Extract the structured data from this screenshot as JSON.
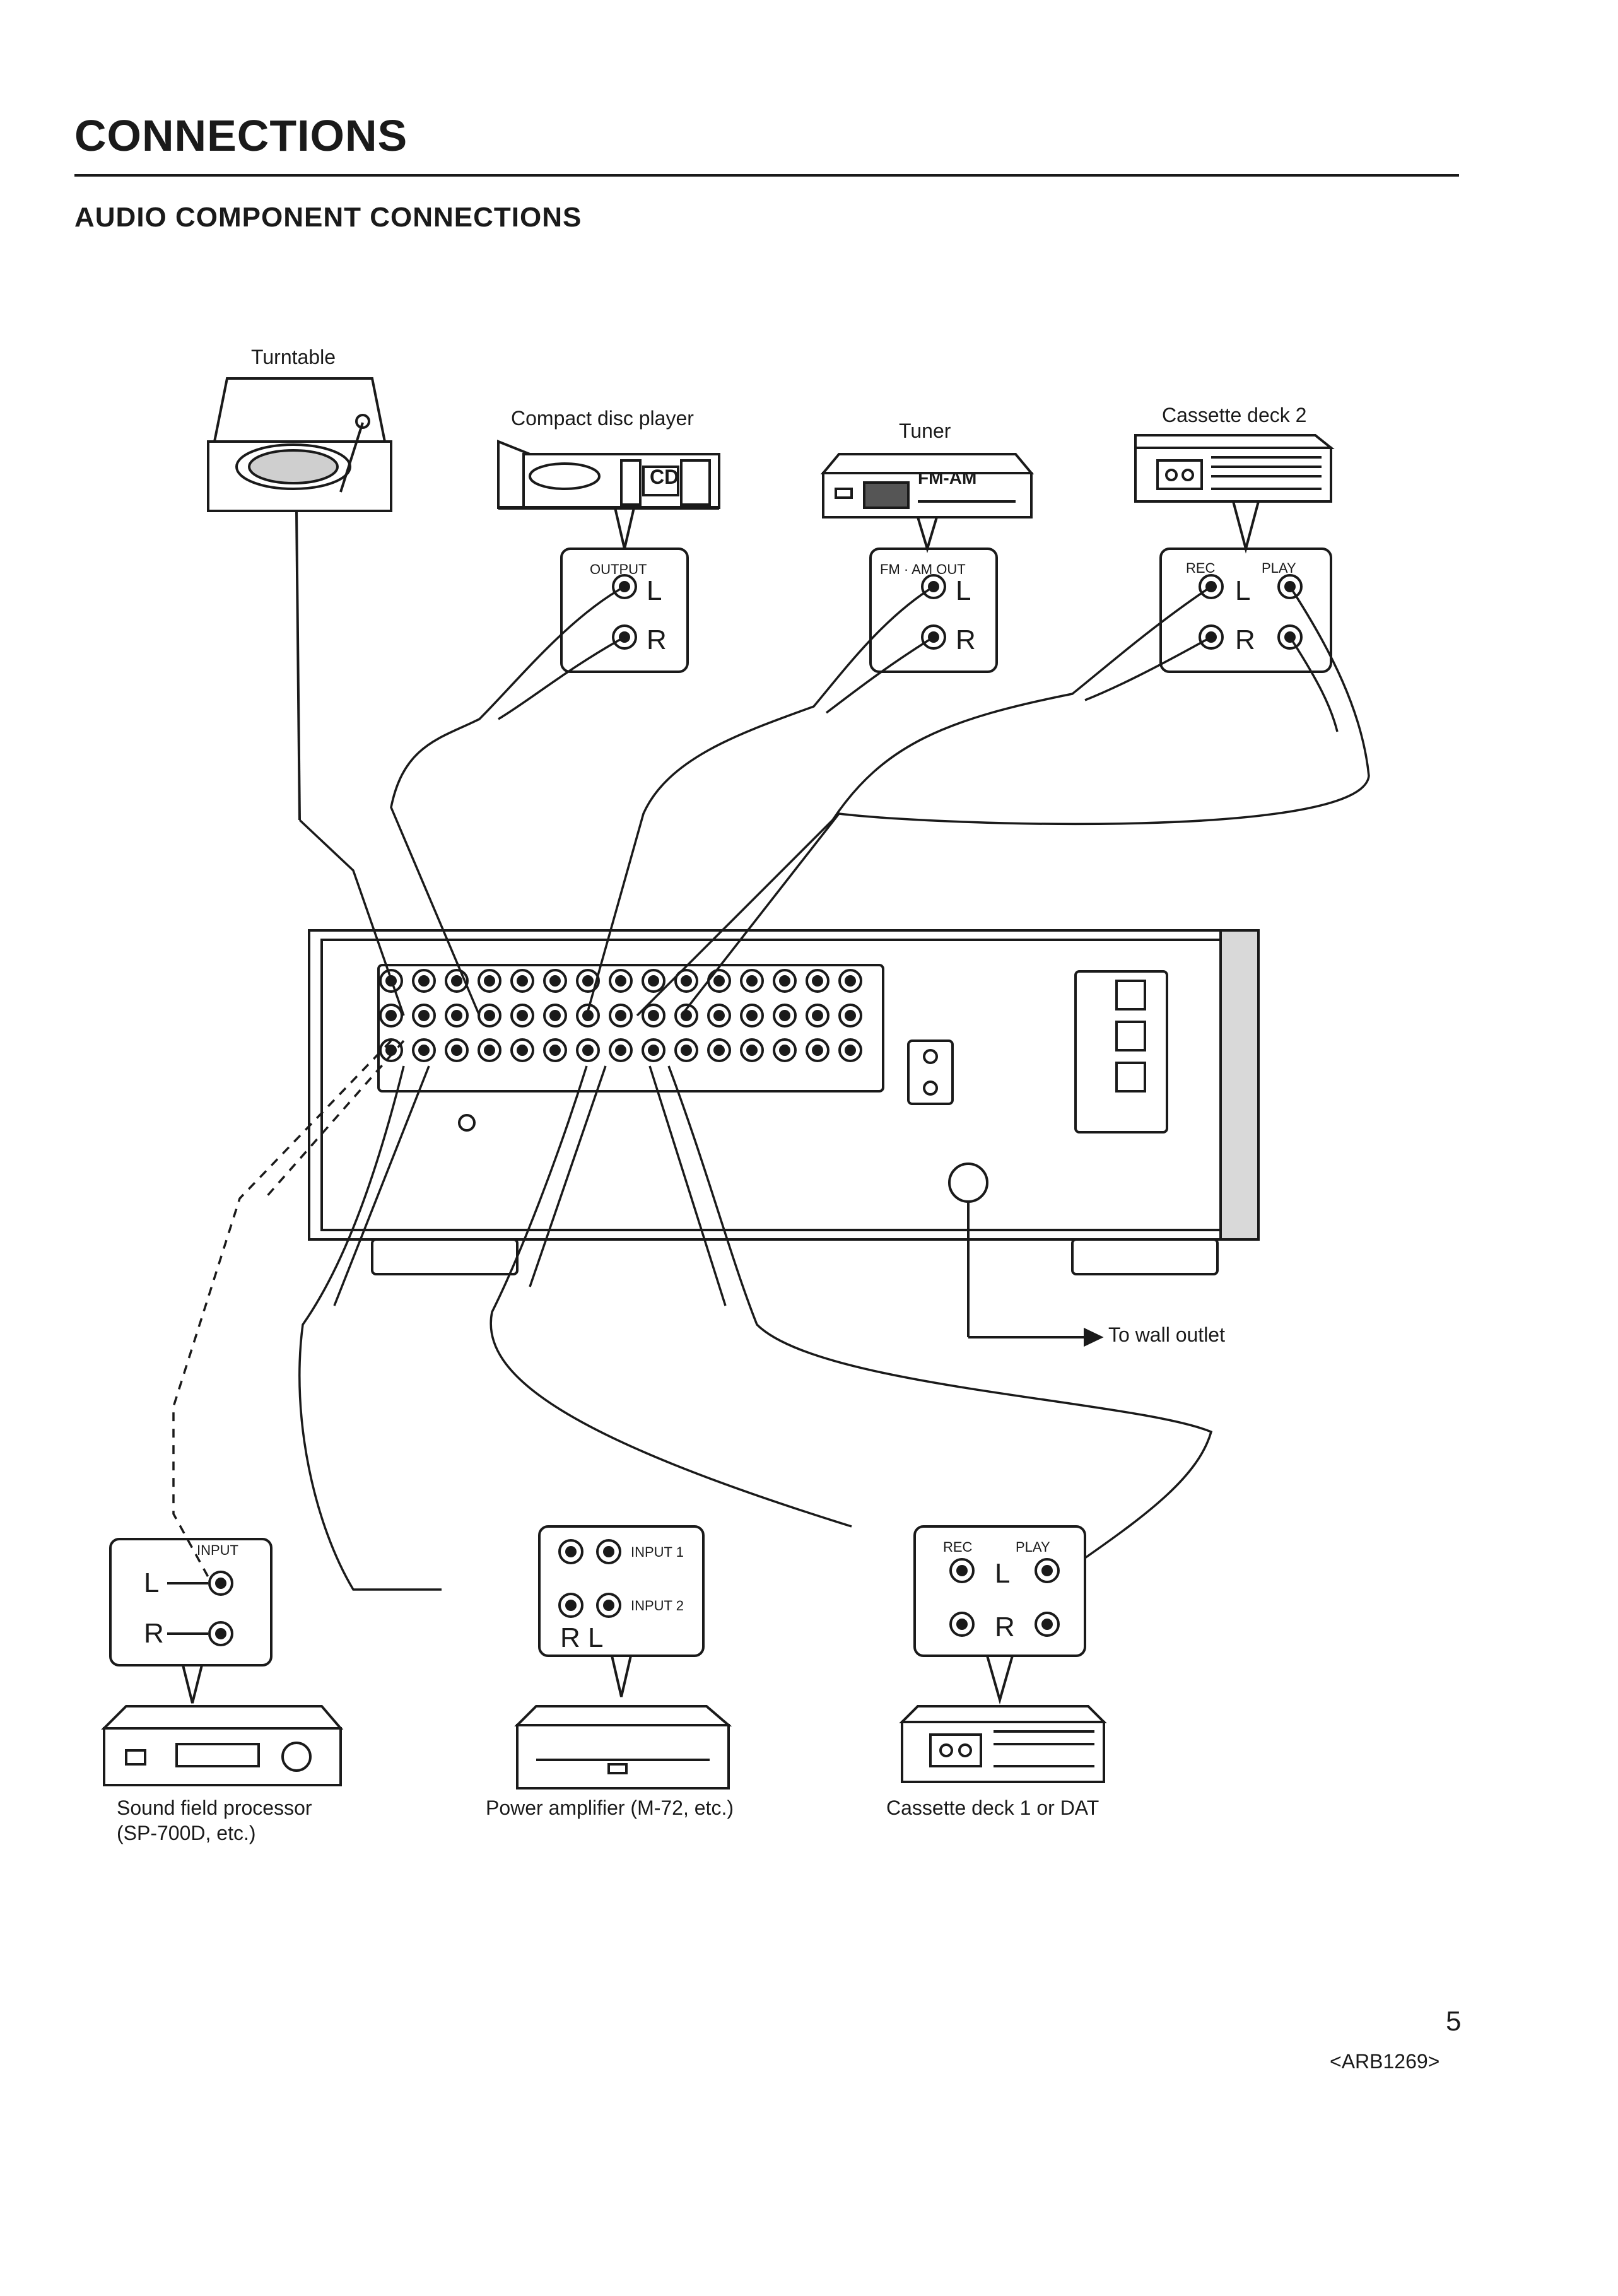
{
  "header": {
    "title": "CONNECTIONS",
    "section": "AUDIO COMPONENT CONNECTIONS"
  },
  "components": {
    "turntable": "Turntable",
    "cd_player": "Compact disc player",
    "cd_badge": "CD",
    "tuner": "Tuner",
    "tuner_badge": "FM-AM",
    "cassette_deck_2": "Cassette deck 2",
    "sound_field_processor": "Sound field processor",
    "sound_field_processor_sub": "(SP-700D, etc.)",
    "power_amplifier": "Power amplifier (M-72, etc.)",
    "cassette_deck_1": "Cassette deck 1 or DAT",
    "wall_outlet": "To wall outlet"
  },
  "jacks": {
    "cd_output": "OUTPUT",
    "tuner_output": "FM · AM  OUT",
    "rec": "REC",
    "play": "PLAY",
    "input": "INPUT",
    "input_1": "INPUT 1",
    "input_2": "INPUT 2",
    "left": "L",
    "right": "R",
    "amp_rl": "R   L"
  },
  "footer": {
    "page_number": "5",
    "doc_code": "<ARB1269>"
  }
}
